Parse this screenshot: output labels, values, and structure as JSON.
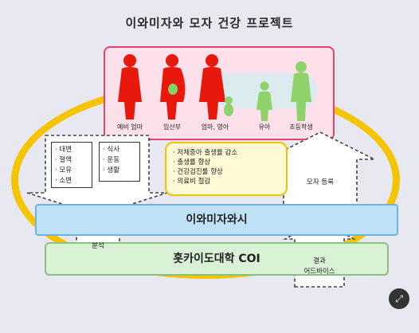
{
  "title": "이와미자와 모자 건강 프로젝트",
  "people": [
    {
      "label": "예비 엄마",
      "color": "#e8180c"
    },
    {
      "label": "임산부",
      "color": "#e8180c"
    },
    {
      "label": "엄마, 영아",
      "color": "#e8180c"
    },
    {
      "label": "유아",
      "color": "#8fd16a"
    },
    {
      "label": "초등학생",
      "color": "#8fd16a"
    }
  ],
  "left_list_1": [
    "대변",
    "혈액",
    "모유",
    "소변"
  ],
  "left_list_2": [
    "식사",
    "운동",
    "생활"
  ],
  "effects": [
    "저체중아 출생률 감소",
    "출생률 향상",
    "건강검진률 향상",
    "의료비 절감"
  ],
  "right_arrow_label": "모자 등록",
  "city_label": "이와미자와시",
  "univ_label": "홋카이도대학 COI",
  "down_arrow_label": "분석",
  "up_arrow_label": "결과\n어드바이스",
  "colors": {
    "ellipse": "#f5c400",
    "pink_border": "#e04470",
    "city": "#bfe2f6",
    "univ": "#d9f2d5"
  }
}
